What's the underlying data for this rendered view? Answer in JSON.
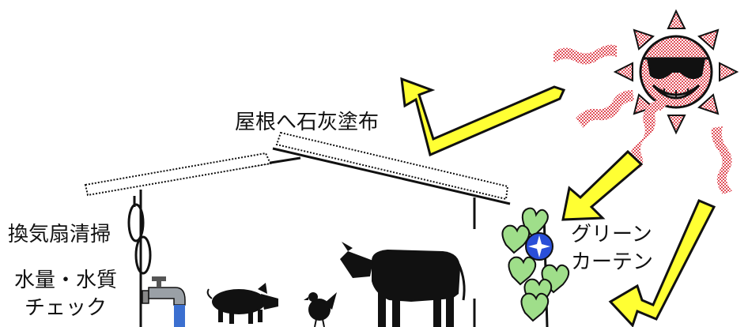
{
  "labels": {
    "roof_lime": "屋根へ石灰塗布",
    "fan_cleaning": "換気扇清掃",
    "water_check_line1": "水量・水質",
    "water_check_line2": "チェック",
    "green_curtain_line1": "グリーン",
    "green_curtain_line2": "カーテン"
  },
  "icons": {
    "sun": "sun-with-sunglasses-icon",
    "heat_wave": "heat-wave-icon",
    "arrow": "yellow-arrow-icon",
    "fan": "ventilation-fan-icon",
    "faucet": "water-faucet-icon",
    "pig": "pig-icon",
    "chicken": "chicken-icon",
    "cow": "cow-icon",
    "vine": "green-curtain-vine-icon"
  },
  "colors": {
    "arrow_fill": "#ffff33",
    "heat_wave": "#e0505a",
    "leaf": "#9fde8a",
    "flower": "#2a4fd8",
    "water": "#3b6fd0",
    "silhouette": "#111111"
  }
}
